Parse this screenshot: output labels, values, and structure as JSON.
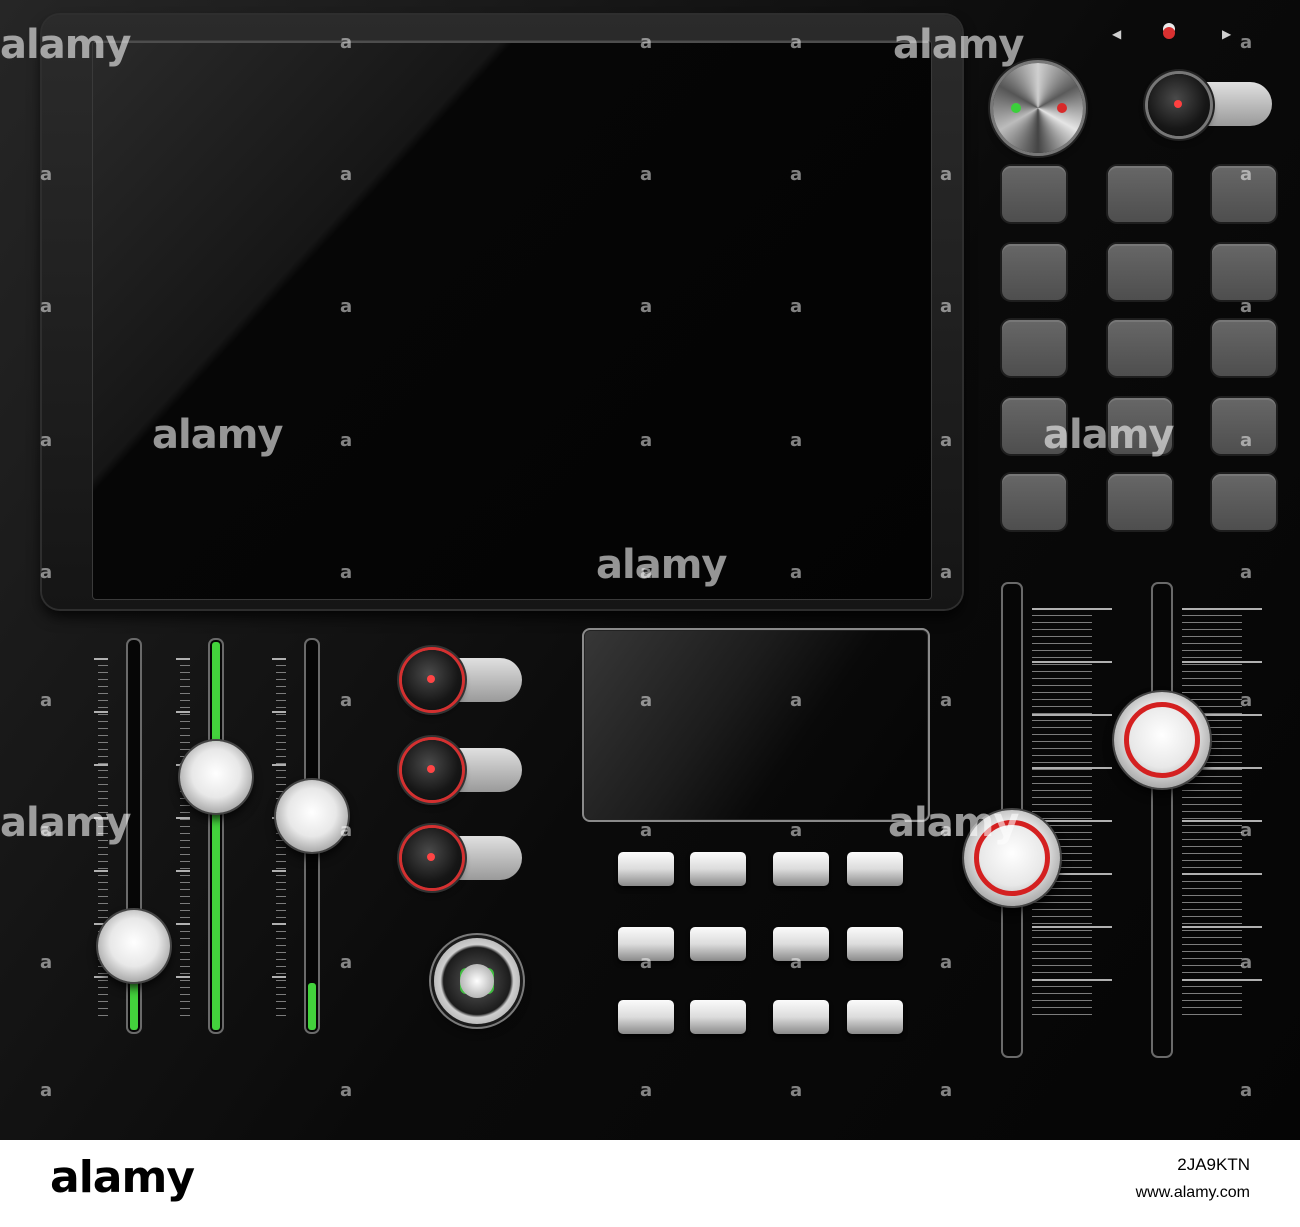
{
  "watermark": {
    "brand": "alamy",
    "mark": "a"
  },
  "footer": {
    "logo": "alamy",
    "image_id": "2JA9KTN",
    "url": "www.alamy.com"
  },
  "top_selector": {
    "left_icon": "triangle-left-icon",
    "right_icon": "triangle-right-icon",
    "indicator_color": "#d93030"
  },
  "sliders": {
    "channel_faders": [
      {
        "level": 0.22,
        "fill": 0.18
      },
      {
        "level": 0.65,
        "fill": 1.0
      },
      {
        "level": 0.55,
        "fill": 0.12
      }
    ],
    "master_faders": [
      {
        "level": 0.42
      },
      {
        "level": 0.67
      }
    ]
  },
  "colors": {
    "accent_green": "#43d23c",
    "accent_red": "#d42020",
    "panel": "#0a0a0a"
  }
}
